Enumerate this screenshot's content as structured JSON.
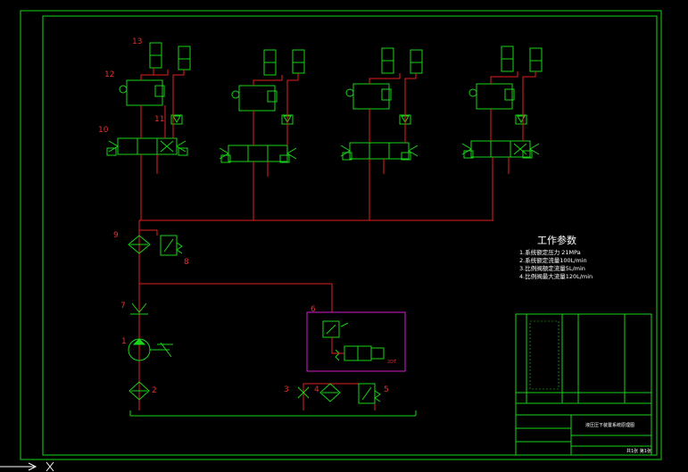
{
  "labels": {
    "n13": "13",
    "n12": "12",
    "n11": "11",
    "n10": "10",
    "n9": "9",
    "n8": "8",
    "n7": "7",
    "n6": "6",
    "n5": "5",
    "n4": "4",
    "n3": "3",
    "n2": "2",
    "n1": "1",
    "solenoid": "2DT"
  },
  "params": {
    "title": "工作参数",
    "lines": [
      "1.系统额定压力 21MPa",
      "2.系统额定流量100L/min",
      "3.比例阀额定流量5L/min",
      "4.比例阀最大流量120L/min"
    ]
  },
  "title_block": {
    "drawing_name": "液压压下装置系统原理图",
    "sheet": "共1张 第1张"
  },
  "colors": {
    "frame": "#19d219",
    "pipe": "#e02020",
    "component": "#19d219",
    "label": "#e03030",
    "enclosure": "#d020d0",
    "text": "#ffffff"
  }
}
